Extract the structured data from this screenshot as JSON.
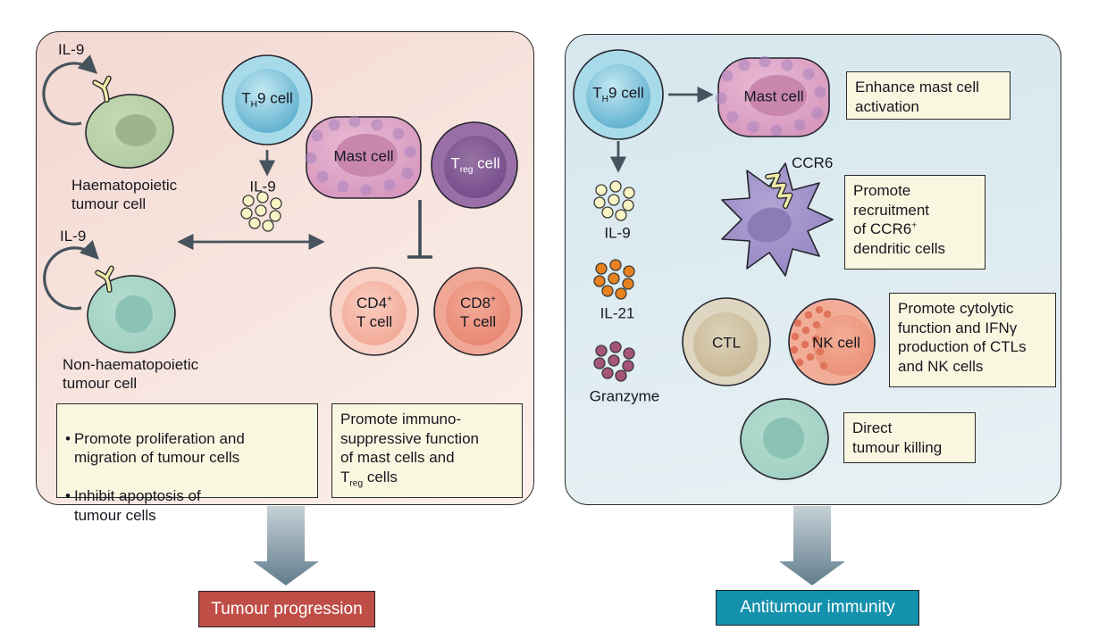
{
  "colors": {
    "tumour-red": "#bf4e46",
    "antitumour-teal": "#1491ad",
    "note-bg": "#faf7e1",
    "il9-dot": "#f8f4c5",
    "il21-dot": "#e8821f",
    "granzyme-dot": "#a65479"
  },
  "left_panel": {
    "il9_top": "IL-9",
    "il9_mid": "IL-9",
    "il9_bottom": "IL-9",
    "haematopoietic": "Haematopoietic\ntumour cell",
    "non_haematopoietic": "Non-haematopoietic\ntumour cell",
    "th9": {
      "pre": "T",
      "sub": "H",
      "post": "9 cell"
    },
    "mast": "Mast cell",
    "treg": {
      "pre": "T",
      "sub": "reg",
      "post": " cell"
    },
    "cd4": {
      "pre": "CD4",
      "sup": "+",
      "line2": "T cell"
    },
    "cd8": {
      "pre": "CD8",
      "sup": "+",
      "line2": "T cell"
    },
    "bullet": "•",
    "note1": {
      "item1": "Promote proliferation and\nmigration of tumour cells",
      "item2": "Inhibit apoptosis of\ntumour cells"
    },
    "note2": {
      "pre": "Promote immuno-\nsuppressive function\nof mast cells and\nT",
      "sub": "reg",
      "post": " cells"
    },
    "outcome": "Tumour progression"
  },
  "right_panel": {
    "th9": {
      "pre": "T",
      "sub": "H",
      "post": "9 cell"
    },
    "mast": "Mast cell",
    "note_mast": "Enhance mast cell\nactivation",
    "il9": "IL-9",
    "il21": "IL-21",
    "granzyme": "Granzyme",
    "ccr6": "CCR6",
    "note_dc": {
      "pre": "Promote\nrecruitment\nof CCR6",
      "sup": "+",
      "post": "\ndendritic cells"
    },
    "ctl": "CTL",
    "nk": "NK cell",
    "note_ctl_nk": "Promote cytolytic\nfunction and IFNγ\nproduction of CTLs\nand NK cells",
    "note_direct": "Direct\ntumour killing",
    "outcome": "Antitumour immunity"
  }
}
